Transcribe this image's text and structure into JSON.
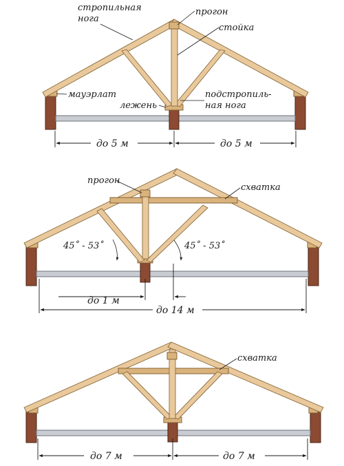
{
  "diagram1": {
    "labels": {
      "rafter_line1": "стропильная",
      "rafter_line2": "нога",
      "purlin": "прогон",
      "post": "стойка",
      "wallplate": "мауэрлат",
      "sill": "лежень",
      "strut_line1": "подстропиль-",
      "strut_line2": "ная нога"
    },
    "dims": {
      "left": "до 5 м",
      "right": "до 5 м"
    }
  },
  "diagram2": {
    "labels": {
      "purlin": "прогон",
      "collar": "схватка",
      "angle_left": "45˚ - 53˚",
      "angle_right": "45˚ - 53˚"
    },
    "dims": {
      "inner": "до 1 м",
      "total": "до 14 м"
    }
  },
  "diagram3": {
    "labels": {
      "collar": "схватка"
    },
    "dims": {
      "left": "до 7 м",
      "right": "до 7 м"
    }
  }
}
